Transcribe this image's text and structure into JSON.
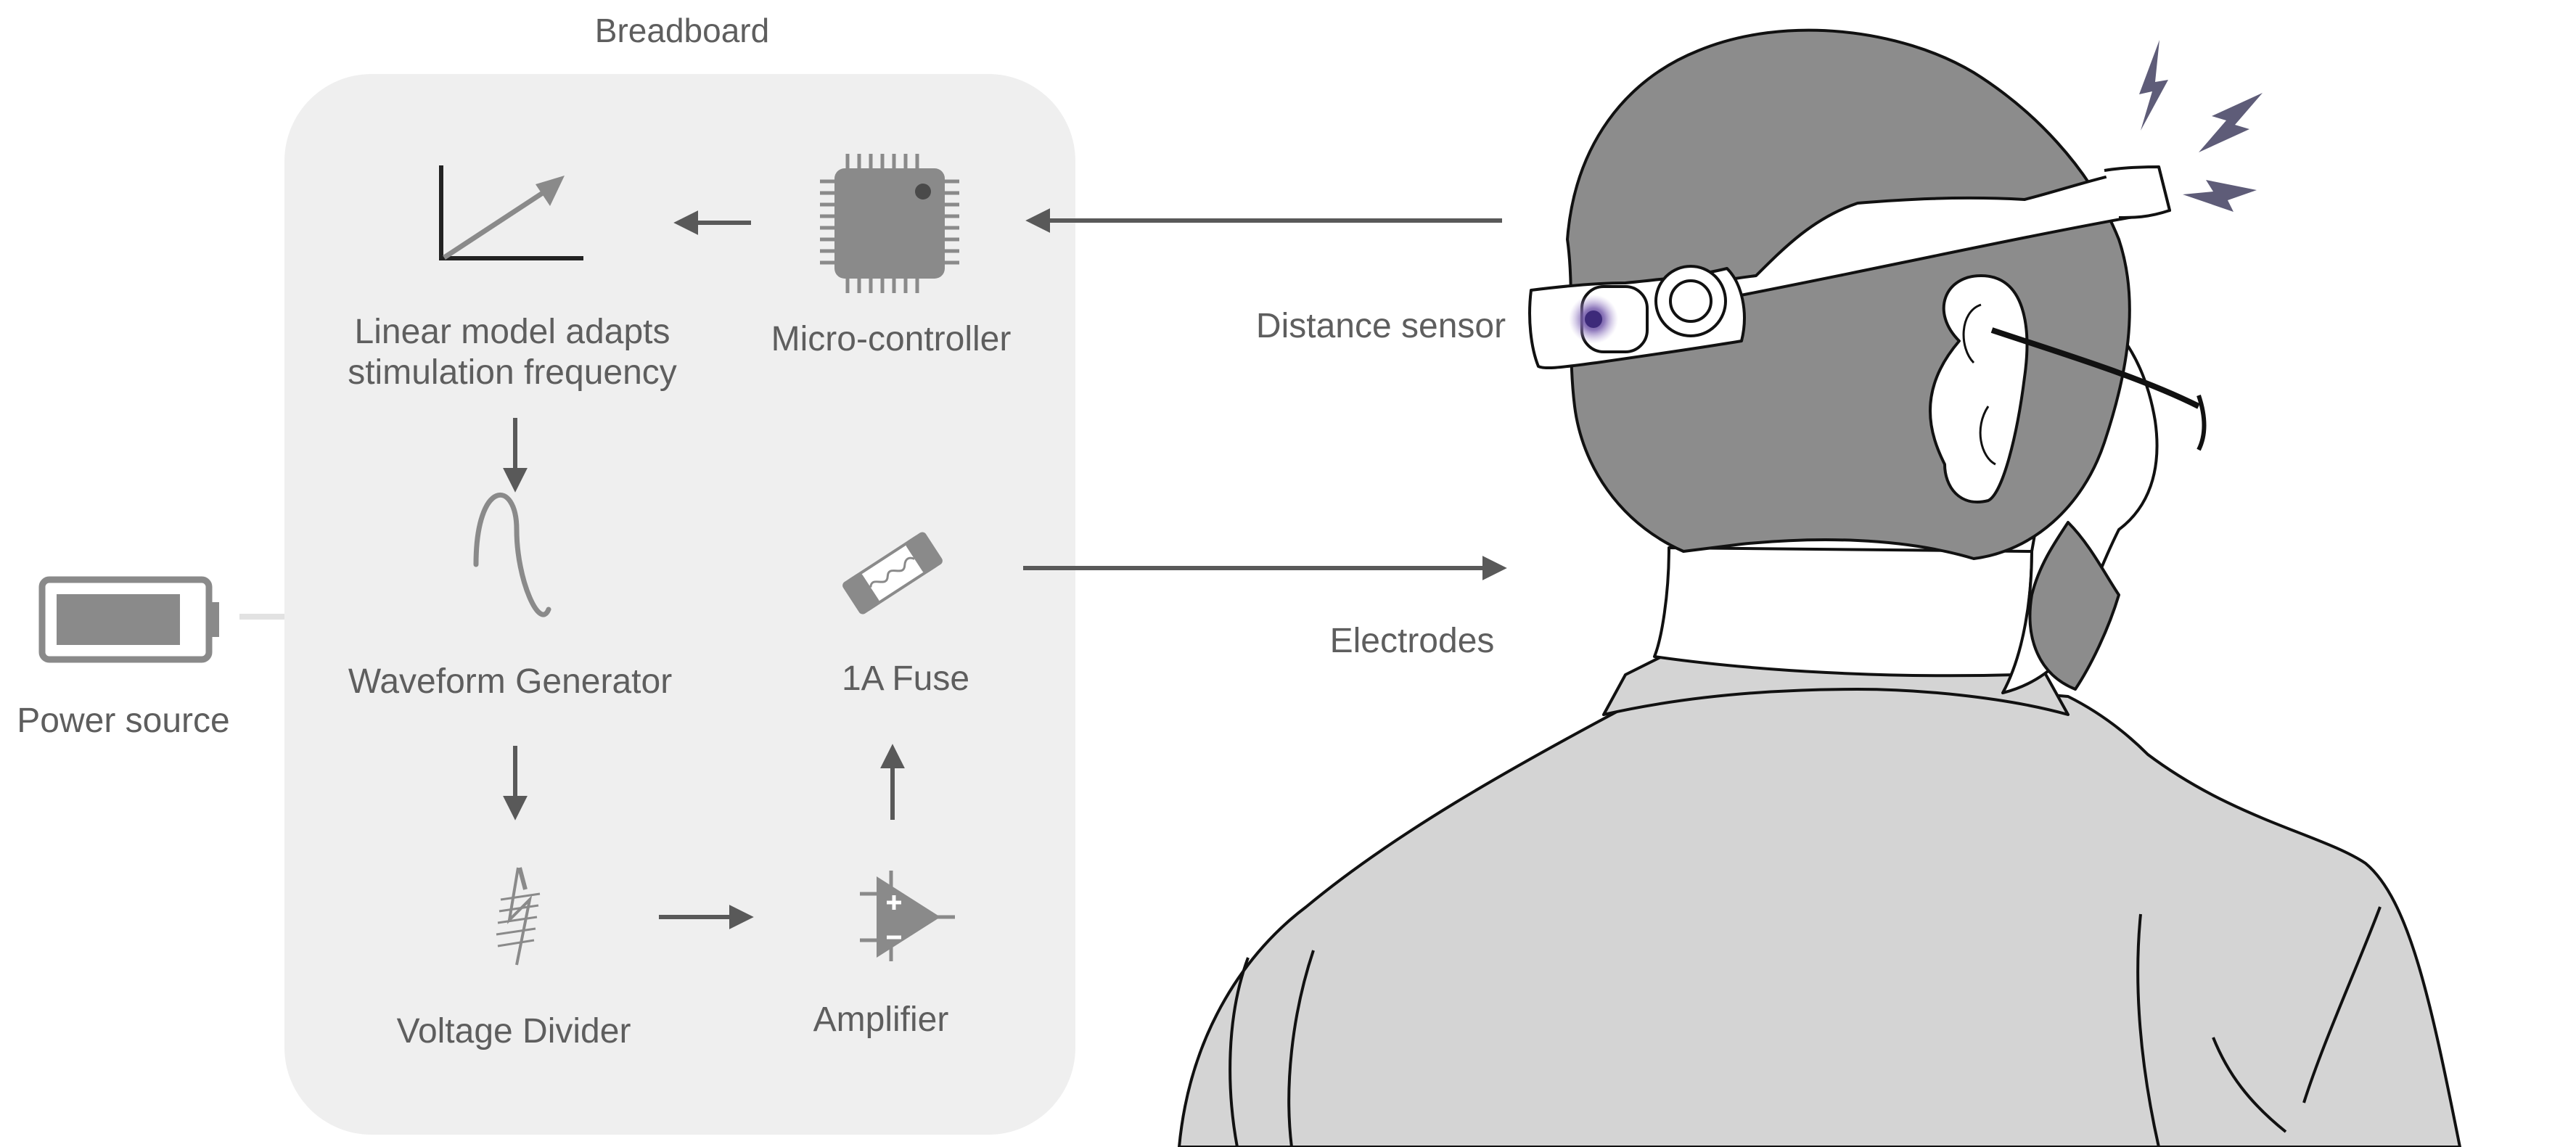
{
  "breadboard": {
    "title": "Breadboard"
  },
  "components": {
    "linear_model": "Linear model adapts stimulation frequency",
    "microcontroller": "Micro-controller",
    "waveform_generator": "Waveform Generator",
    "fuse": "1A Fuse",
    "voltage_divider": "Voltage Divider",
    "amplifier": "Amplifier"
  },
  "power_source": {
    "label": "Power source"
  },
  "head_labels": {
    "distance_sensor": "Distance sensor",
    "electrodes": "Electrodes"
  },
  "colors": {
    "panel": "#efefef",
    "icon_gray": "#8a8a8a",
    "arrow": "#595959",
    "text": "#5e5e5e",
    "hair": "#8c8c8c",
    "shirt": "#d3d3d3",
    "skin": "#ffffff",
    "lightning": "#5e5c78",
    "sensor_glow": "#6d4fa0"
  },
  "icons": [
    "chart-icon",
    "chip-icon",
    "sine-wave-icon",
    "fuse-icon",
    "voltage-divider-icon",
    "amplifier-icon",
    "battery-icon",
    "lightning-icon"
  ]
}
